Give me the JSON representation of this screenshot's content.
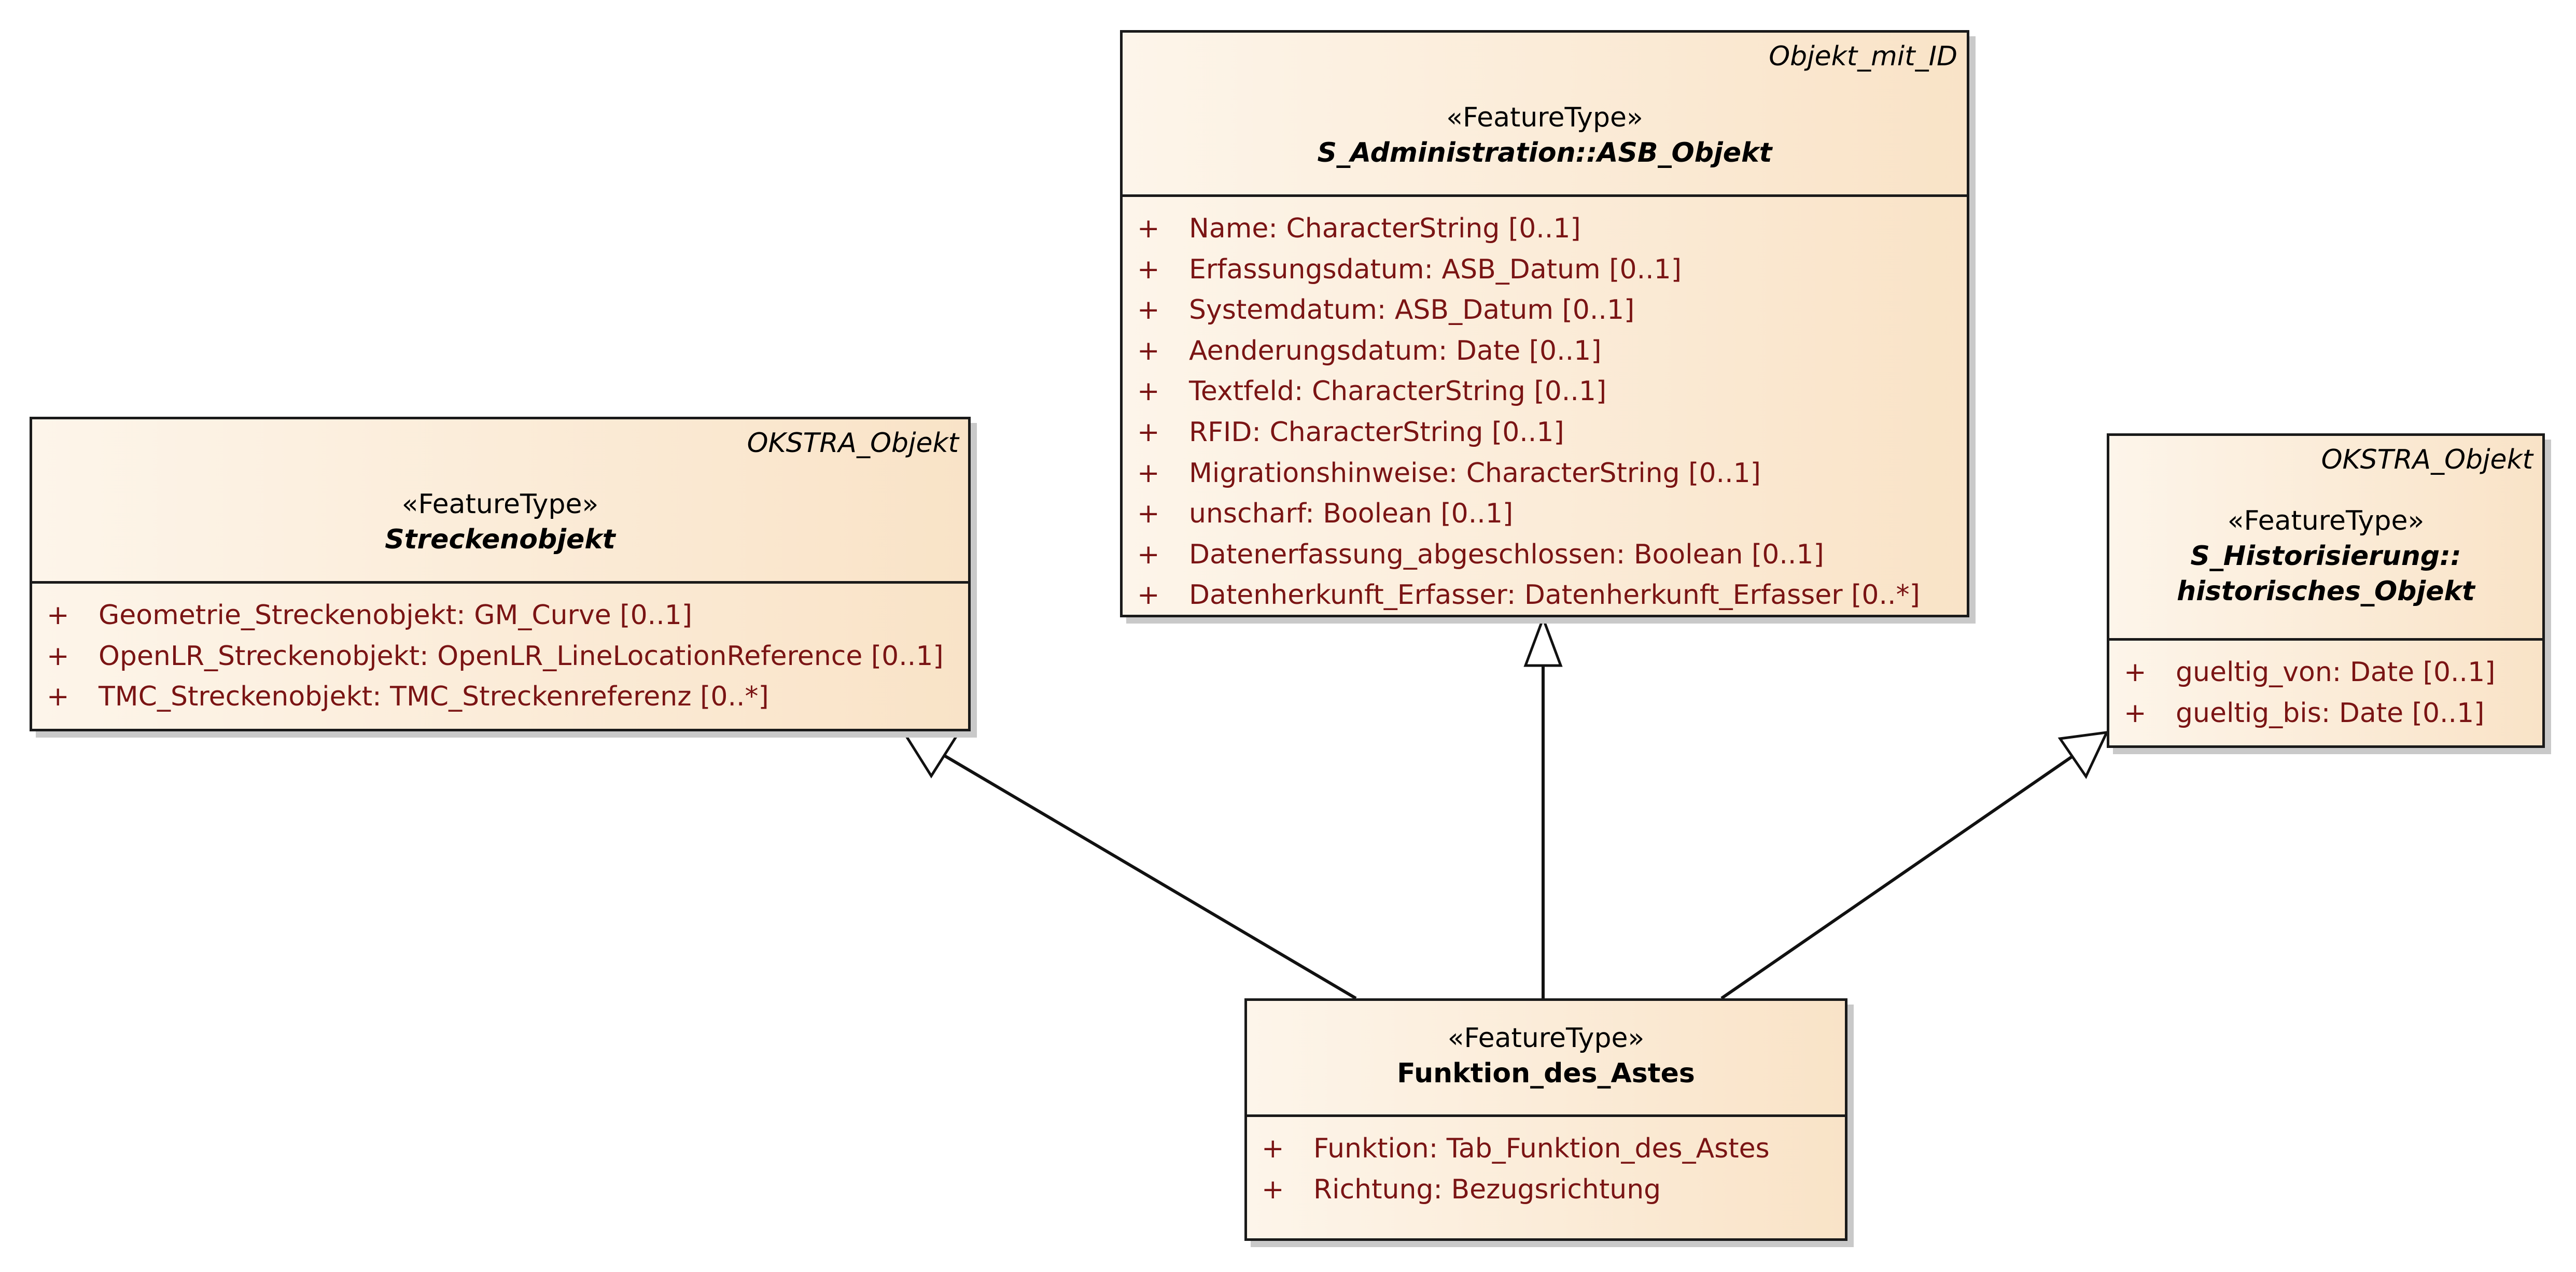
{
  "classes": {
    "asb_objekt": {
      "parent": "Objekt_mit_ID",
      "stereotype": "«FeatureType»",
      "name": "S_Administration::ASB_Objekt",
      "attributes": [
        {
          "visibility": "+",
          "text": "Name: CharacterString [0..1]"
        },
        {
          "visibility": "+",
          "text": "Erfassungsdatum: ASB_Datum [0..1]"
        },
        {
          "visibility": "+",
          "text": "Systemdatum: ASB_Datum [0..1]"
        },
        {
          "visibility": "+",
          "text": "Aenderungsdatum: Date [0..1]"
        },
        {
          "visibility": "+",
          "text": "Textfeld: CharacterString [0..1]"
        },
        {
          "visibility": "+",
          "text": "RFID: CharacterString [0..1]"
        },
        {
          "visibility": "+",
          "text": "Migrationshinweise: CharacterString [0..1]"
        },
        {
          "visibility": "+",
          "text": "unscharf: Boolean [0..1]"
        },
        {
          "visibility": "+",
          "text": "Datenerfassung_abgeschlossen: Boolean [0..1]"
        },
        {
          "visibility": "+",
          "text": "Datenherkunft_Erfasser: Datenherkunft_Erfasser [0..*]"
        }
      ]
    },
    "streckenobjekt": {
      "parent": "OKSTRA_Objekt",
      "stereotype": "«FeatureType»",
      "name": "Streckenobjekt",
      "attributes": [
        {
          "visibility": "+",
          "text": "Geometrie_Streckenobjekt: GM_Curve [0..1]"
        },
        {
          "visibility": "+",
          "text": "OpenLR_Streckenobjekt: OpenLR_LineLocationReference [0..1]"
        },
        {
          "visibility": "+",
          "text": "TMC_Streckenobjekt: TMC_Streckenreferenz [0..*]"
        }
      ]
    },
    "historisches_objekt": {
      "parent": "OKSTRA_Objekt",
      "stereotype": "«FeatureType»",
      "name_line1": "S_Historisierung::",
      "name_line2": "historisches_Objekt",
      "attributes": [
        {
          "visibility": "+",
          "text": "gueltig_von: Date [0..1]"
        },
        {
          "visibility": "+",
          "text": "gueltig_bis: Date [0..1]"
        }
      ]
    },
    "funktion_des_astes": {
      "stereotype": "«FeatureType»",
      "name": "Funktion_des_Astes",
      "attributes": [
        {
          "visibility": "+",
          "text": "Funktion: Tab_Funktion_des_Astes"
        },
        {
          "visibility": "+",
          "text": "Richtung: Bezugsrichtung"
        }
      ]
    }
  },
  "relationships": [
    {
      "type": "generalization",
      "from": "Funktion_des_Astes",
      "to": "Streckenobjekt"
    },
    {
      "type": "generalization",
      "from": "Funktion_des_Astes",
      "to": "S_Administration::ASB_Objekt"
    },
    {
      "type": "generalization",
      "from": "Funktion_des_Astes",
      "to": "S_Historisierung::historisches_Objekt"
    }
  ]
}
